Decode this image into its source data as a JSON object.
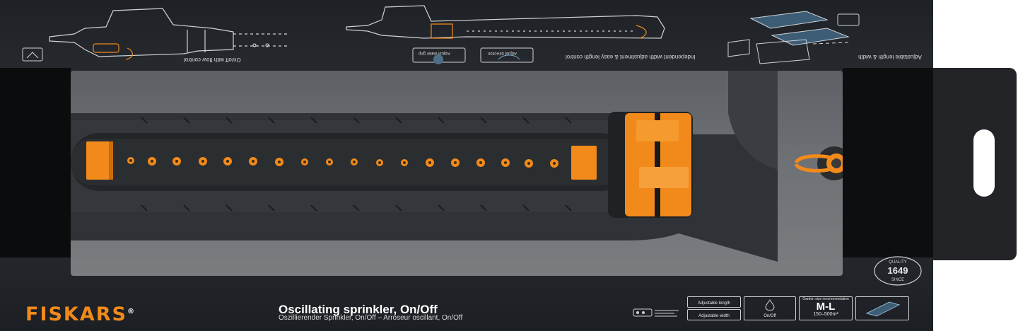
{
  "brand": {
    "logo": "FISKARS"
  },
  "product": {
    "title": "Oscillating sprinkler, On/Off",
    "subtitle": "Oszillierender Sprinkler, On/Off  –  Arroseur oscillant, On/Off"
  },
  "features_top": [
    {
      "caption": "On/off with flow control"
    },
    {
      "caption": "Adjust water grip"
    },
    {
      "caption": "Adjust direction"
    },
    {
      "caption": "Independent width adjustment & easy length control"
    },
    {
      "caption": "Adjustable length & width"
    }
  ],
  "icons_bottom": [
    {
      "caption": "Adjustable length"
    },
    {
      "caption": "Adjustable width"
    },
    {
      "caption": "On/Off"
    },
    {
      "caption": "Garden size recommendation",
      "value": "M-L",
      "range": "150–500m²"
    }
  ],
  "quality_seal": {
    "label": "QUALITY",
    "code": "1649",
    "since": "SINCE"
  },
  "colors": {
    "accent": "#f28a1b",
    "dark": "#24272b",
    "window": "#6e7175"
  }
}
